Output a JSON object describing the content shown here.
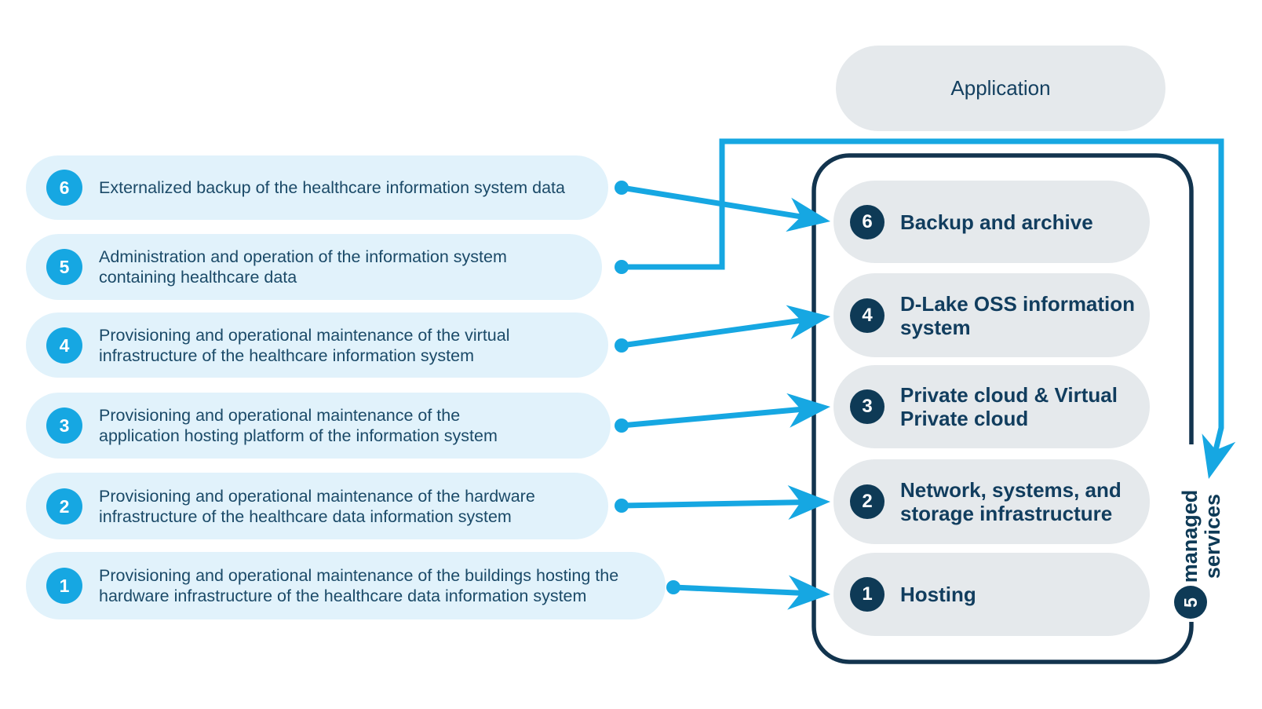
{
  "colors": {
    "accent_blue": "#16a7e2",
    "light_blue_pill": "#e1f2fb",
    "gray_pill": "#e5e9ec",
    "navy": "#0e3a56",
    "text_navy": "#1b4a68"
  },
  "application_label": "Application",
  "left_items": [
    {
      "number": "6",
      "text": "Externalized backup of the healthcare information system data"
    },
    {
      "number": "5",
      "text": "Administration and operation of the information system\ncontaining healthcare data"
    },
    {
      "number": "4",
      "text": "Provisioning and operational maintenance of the virtual\ninfrastructure of the healthcare information system"
    },
    {
      "number": "3",
      "text": "Provisioning and operational maintenance of the\napplication hosting platform of the information system"
    },
    {
      "number": "2",
      "text": "Provisioning and operational maintenance of the hardware\ninfrastructure of the healthcare data information system"
    },
    {
      "number": "1",
      "text": "Provisioning and operational maintenance of the buildings hosting the\nhardware infrastructure of the healthcare data information system"
    }
  ],
  "stack_items": [
    {
      "number": "6",
      "label": "Backup and archive"
    },
    {
      "number": "4",
      "label": "D-Lake OSS information\nsystem"
    },
    {
      "number": "3",
      "label": "Private cloud & Virtual\nPrivate cloud"
    },
    {
      "number": "2",
      "label": "Network, systems, and\nstorage infrastructure"
    },
    {
      "number": "1",
      "label": "Hosting"
    }
  ],
  "managed_services": {
    "number": "5",
    "label": "managed\nservices"
  },
  "connections": [
    {
      "from": "left-item-6",
      "to": "stack-item-6"
    },
    {
      "from": "left-item-5",
      "to": "managed-services"
    },
    {
      "from": "left-item-4",
      "to": "stack-item-4"
    },
    {
      "from": "left-item-3",
      "to": "stack-item-3"
    },
    {
      "from": "left-item-2",
      "to": "stack-item-2"
    },
    {
      "from": "left-item-1",
      "to": "stack-item-1"
    }
  ]
}
